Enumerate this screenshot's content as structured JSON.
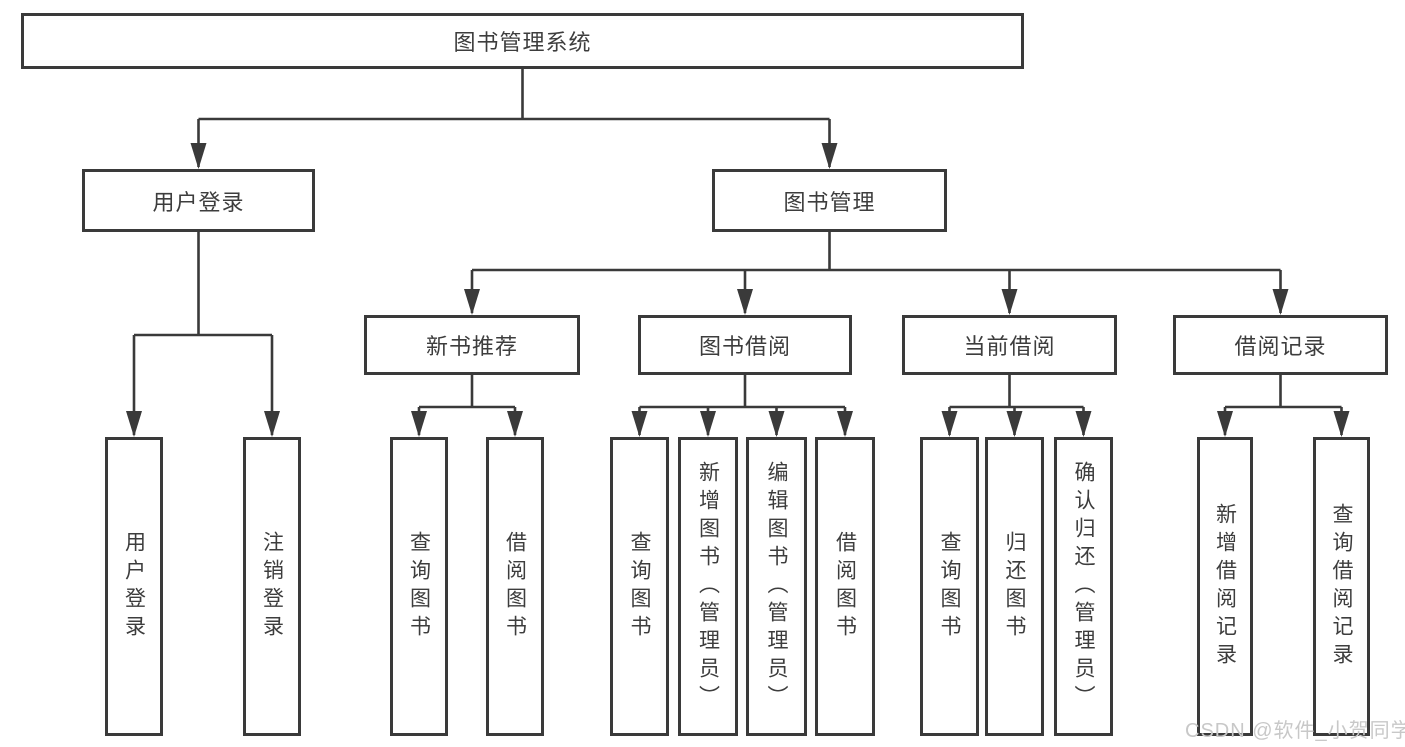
{
  "tree": {
    "root": {
      "label": "图书管理系统",
      "children": [
        {
          "label": "用户登录",
          "children": [
            {
              "label": "用户登录"
            },
            {
              "label": "注销登录"
            }
          ]
        },
        {
          "label": "图书管理",
          "children": [
            {
              "label": "新书推荐",
              "children": [
                {
                  "label": "查询图书"
                },
                {
                  "label": "借阅图书"
                }
              ]
            },
            {
              "label": "图书借阅",
              "children": [
                {
                  "label": "查询图书"
                },
                {
                  "label": "新增图书（管理员）"
                },
                {
                  "label": "编辑图书（管理员）"
                },
                {
                  "label": "借阅图书"
                }
              ]
            },
            {
              "label": "当前借阅",
              "children": [
                {
                  "label": "查询图书"
                },
                {
                  "label": "归还图书"
                },
                {
                  "label": "确认归还（管理员）"
                }
              ]
            },
            {
              "label": "借阅记录",
              "children": [
                {
                  "label": "新增借阅记录"
                },
                {
                  "label": "查询借阅记录"
                }
              ]
            }
          ]
        }
      ]
    }
  },
  "watermark": "CSDN @软件_小贺同学",
  "colors": {
    "line": "#3a3a3a",
    "text": "#3d3d3d",
    "watermark": "#c8c8c8",
    "background": "#ffffff"
  }
}
